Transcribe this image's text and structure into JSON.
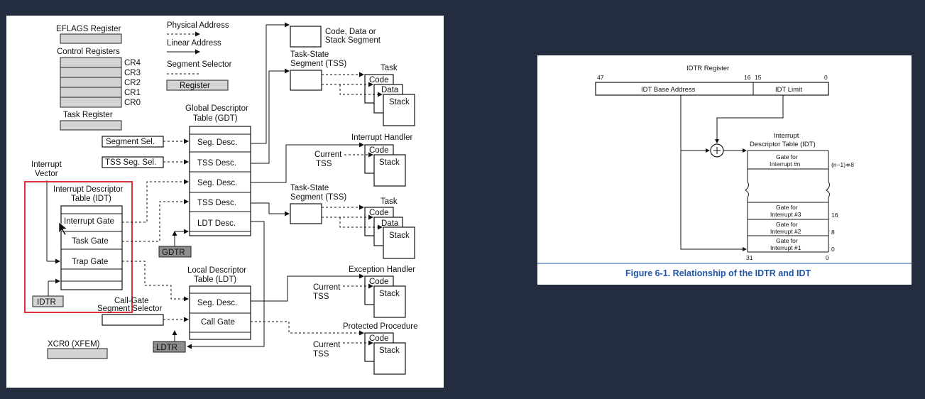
{
  "left_diagram": {
    "legend": {
      "eflags": "EFLAGS Register",
      "control_registers": "Control Registers",
      "cr": [
        "CR4",
        "CR3",
        "CR2",
        "CR1",
        "CR0"
      ],
      "task_register": "Task Register",
      "physical_address": "Physical Address",
      "linear_address": "Linear Address",
      "segment_selector": "Segment Selector",
      "register": "Register"
    },
    "segment_sel": "Segment Sel.",
    "tss_seg_sel": "TSS Seg. Sel.",
    "interrupt_vector_1": "Interrupt",
    "interrupt_vector_2": "Vector",
    "idt_title_1": "Interrupt Descriptor",
    "idt_title_2": "Table (IDT)",
    "idt_entries": [
      "Interrupt Gate",
      "Task Gate",
      "Trap Gate"
    ],
    "idtr": "IDTR",
    "gdt_title_1": "Global Descriptor",
    "gdt_title_2": "Table (GDT)",
    "gdt_entries": [
      "Seg. Desc.",
      "TSS Desc.",
      "Seg. Desc.",
      "TSS Desc.",
      "LDT Desc."
    ],
    "gdtr": "GDTR",
    "ldt_title_1": "Local Descriptor",
    "ldt_title_2": "Table (LDT)",
    "ldt_entries": [
      "Seg. Desc.",
      "Call Gate"
    ],
    "ldtr": "LDTR",
    "call_gate_sel_1": "Call-Gate",
    "call_gate_sel_2": "Segment Selector",
    "xcr0": "XCR0 (XFEM)",
    "code_data_stack_1": "Code, Data or",
    "code_data_stack_2": "Stack Segment",
    "tss_label_1": "Task-State",
    "tss_label_2": "Segment (TSS)",
    "task": "Task",
    "code": "Code",
    "data": "Data",
    "stack": "Stack",
    "interrupt_handler": "Interrupt Handler",
    "exception_handler": "Exception Handler",
    "protected_procedure": "Protected Procedure",
    "current": "Current",
    "tss": "TSS"
  },
  "right_diagram": {
    "idtr_register": "IDTR Register",
    "bit_47": "47",
    "bit_16": "16",
    "bit_15": "15",
    "bit_0": "0",
    "idt_base": "IDT Base Address",
    "idt_limit": "IDT Limit",
    "idt_title_1": "Interrupt",
    "idt_title_2": "Descriptor Table (IDT)",
    "gate_for": "Gate for",
    "gates": [
      "Interrupt #n",
      "Interrupt #3",
      "Interrupt #2",
      "Interrupt #1"
    ],
    "offsets": [
      "(n−1)∗8",
      "16",
      "8",
      "0"
    ],
    "bottom_31": "31",
    "bottom_0": "0",
    "caption": "Figure 6-1.  Relationship of the IDTR and IDT"
  },
  "colors": {
    "background": "#232d3f",
    "highlight": "#d9353a",
    "caption": "#1f55a8"
  }
}
